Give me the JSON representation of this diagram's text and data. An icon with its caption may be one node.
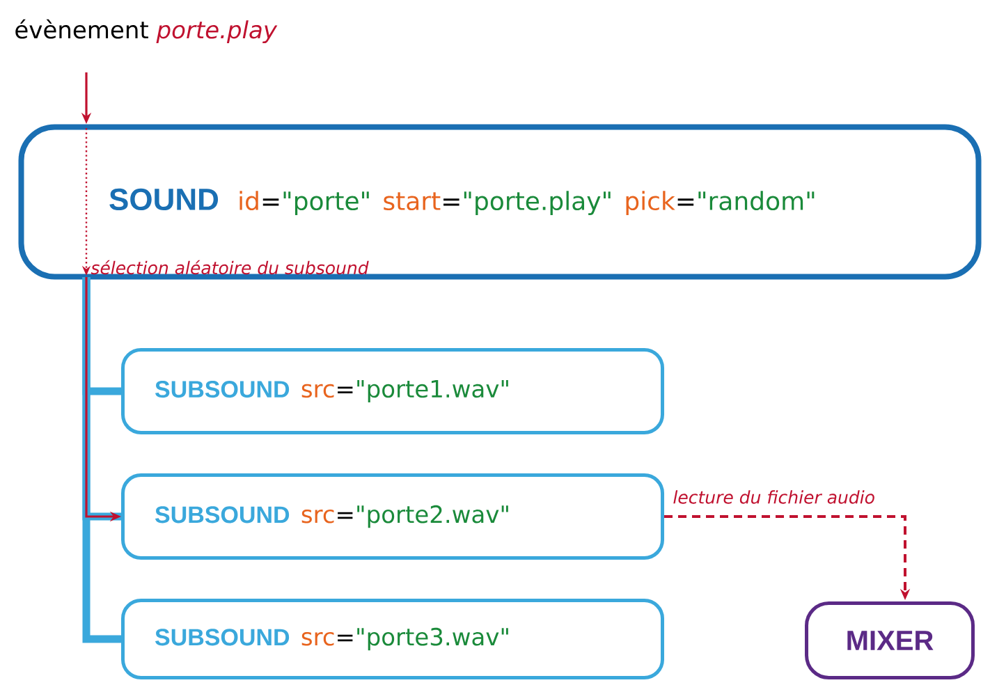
{
  "diagram": {
    "nodes": [
      {
        "text": [
          "évènement",
          "porte.play"
        ]
      },
      {
        "text": [
          "SOUND",
          "id",
          "=",
          "\"porte\"",
          "start",
          "=",
          "\"porte.play\"",
          "pick",
          "=",
          "\"random\""
        ]
      },
      {
        "text": [
          "SUBSOUND",
          "src",
          "=",
          "\"porte1.wav\""
        ]
      },
      {
        "text": [
          "SUBSOUND",
          "src",
          "=",
          "\"porte2.wav\""
        ]
      },
      {
        "text": [
          "SUBSOUND",
          "src",
          "=",
          "\"porte3.wav\""
        ]
      },
      {
        "text": [
          "MIXER"
        ]
      }
    ],
    "edges": [
      {
        "from": 0,
        "to": 1,
        "arrow": "to",
        "color": "#c0112f"
      },
      {
        "from": 1,
        "to": 2,
        "arrow": "none",
        "style": "thick",
        "color": "#3aa8dc"
      },
      {
        "from": 1,
        "to": 3,
        "arrow": "none",
        "style": "thick",
        "color": "#3aa8dc"
      },
      {
        "from": 1,
        "to": 4,
        "arrow": "none",
        "style": "thick",
        "color": "#3aa8dc"
      },
      {
        "from": 1,
        "to": 3,
        "arrow": "to",
        "label": "sélection aléatoire du subsound",
        "color": "#c0112f"
      },
      {
        "from": 3,
        "to": 5,
        "arrow": "to",
        "label": "lecture du fichier audio",
        "style": "dashed",
        "color": "#c0112f"
      }
    ]
  }
}
